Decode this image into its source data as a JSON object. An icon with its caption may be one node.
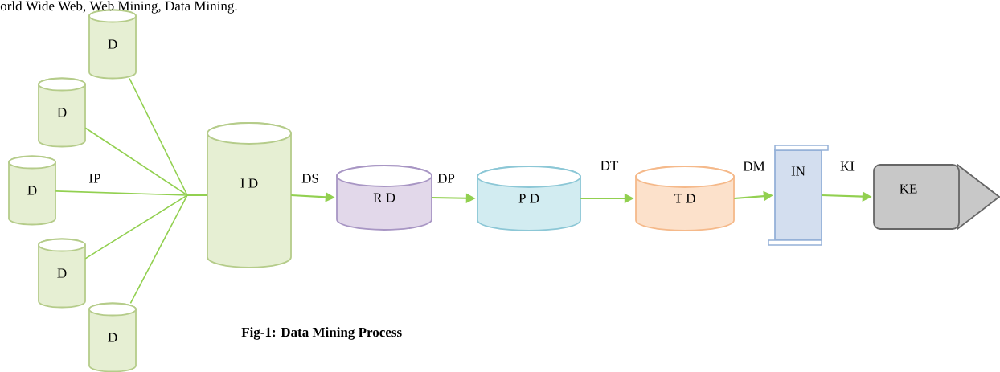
{
  "diagram": {
    "caption": "Fig-1: Data Mining Process",
    "nodes": [
      {
        "text": [
          "D"
        ]
      },
      {
        "text": [
          "D"
        ]
      },
      {
        "text": [
          "D"
        ]
      },
      {
        "text": [
          "D"
        ]
      },
      {
        "text": [
          "D"
        ]
      },
      {
        "text": [
          "I D"
        ]
      },
      {
        "text": [
          "R D"
        ]
      },
      {
        "text": [
          "P D"
        ]
      },
      {
        "text": [
          "T D"
        ]
      },
      {
        "text": [
          "IN"
        ]
      },
      {
        "text": [
          "KE"
        ]
      }
    ],
    "edges": [
      {
        "from": 0,
        "to": 5,
        "arrow": "none"
      },
      {
        "from": 1,
        "to": 5,
        "arrow": "none"
      },
      {
        "from": 2,
        "to": 5,
        "arrow": "none",
        "label": "IP"
      },
      {
        "from": 3,
        "to": 5,
        "arrow": "none"
      },
      {
        "from": 4,
        "to": 5,
        "arrow": "none"
      },
      {
        "from": 5,
        "to": 6,
        "arrow": "to",
        "label": "DS"
      },
      {
        "from": 6,
        "to": 7,
        "arrow": "to",
        "label": "DP"
      },
      {
        "from": 7,
        "to": 8,
        "arrow": "to",
        "label": "DT"
      },
      {
        "from": 8,
        "to": 9,
        "arrow": "to",
        "label": "DM"
      },
      {
        "from": 9,
        "to": 10,
        "arrow": "to",
        "label": "KI"
      }
    ],
    "labels": [
      "orld Wide Web, Web Mining, Data Mining."
    ]
  }
}
